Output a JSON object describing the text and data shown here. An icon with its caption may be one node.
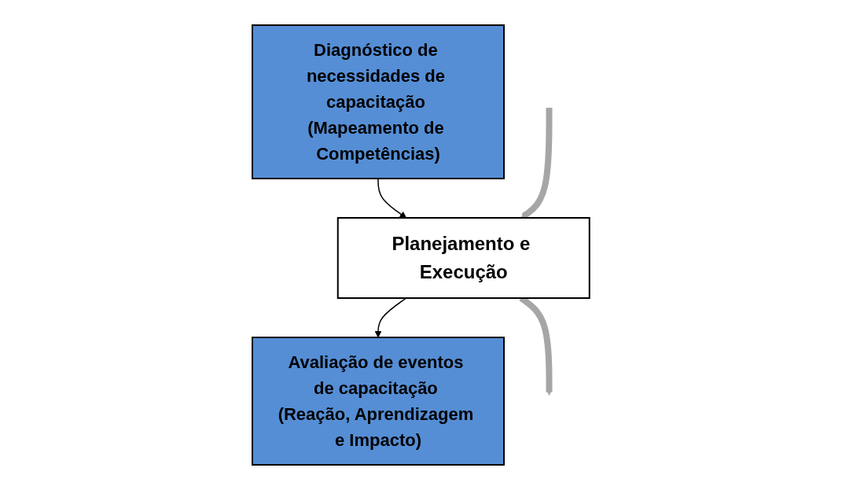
{
  "diagram": {
    "nodes": [
      {
        "text": [
          "Diagnóstico de necessidades de capacitação (Mapeamento de Competências)"
        ]
      },
      {
        "text": [
          "Planejamento e Execução"
        ]
      },
      {
        "text": [
          "Avaliação de eventos de capacitação (Reação, Aprendizagem e Impacto)"
        ]
      }
    ],
    "edges": [
      {
        "from": 0,
        "to": 1,
        "arrow": "to"
      },
      {
        "from": 1,
        "to": 2,
        "arrow": "to"
      },
      {
        "from": null,
        "to": 1,
        "arrow": "to",
        "style": "thick",
        "color": "#a6a6a6"
      },
      {
        "from": 1,
        "to": null,
        "arrow": "to",
        "style": "thick",
        "color": "#a6a6a6"
      }
    ]
  }
}
